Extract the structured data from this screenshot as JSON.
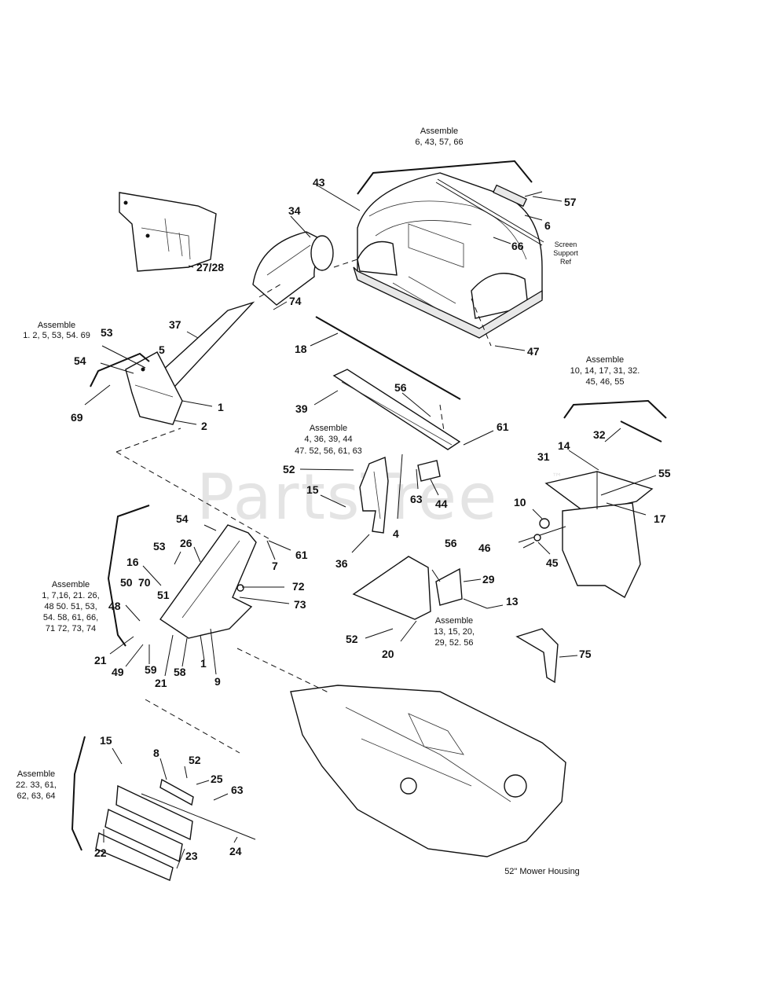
{
  "callouts": [
    "43",
    "57",
    "6",
    "66",
    "34",
    "27/28",
    "74",
    "47",
    "18",
    "37",
    "53",
    "5",
    "54",
    "1",
    "69",
    "2",
    "39",
    "56",
    "61",
    "32",
    "14",
    "31",
    "55",
    "17",
    "52",
    "15",
    "63",
    "44",
    "4",
    "10",
    "46",
    "45",
    "36",
    "54",
    "53",
    "26",
    "61",
    "7",
    "16",
    "50",
    "70",
    "51",
    "72",
    "73",
    "48",
    "21",
    "49",
    "59",
    "58",
    "1",
    "9",
    "21",
    "56",
    "29",
    "13",
    "52",
    "20",
    "75",
    "15",
    "8",
    "52",
    "25",
    "63",
    "22",
    "23",
    "24"
  ],
  "assemblies": [
    {
      "title": "Assemble",
      "parts": "6, 43, 57, 66"
    },
    {
      "title": "Assemble",
      "parts": "1. 2, 5, 53, 54. 69"
    },
    {
      "title": "Assemble",
      "parts": "10, 14, 17, 31, 32.",
      "parts2": "45, 46, 55"
    },
    {
      "title": "Assemble",
      "parts": "4, 36, 39, 44",
      "parts2": "47. 52, 56, 61, 63"
    },
    {
      "title": "Assemble",
      "parts": "1, 7,16, 21. 26,",
      "parts2": "48  50. 51, 53,",
      "parts3": "54. 58, 61, 66,",
      "parts4": "71  72, 73, 74"
    },
    {
      "title": "Assemble",
      "parts": "13, 15, 20,",
      "parts2": "29, 52. 56"
    },
    {
      "title": "Assemble",
      "parts": "22. 33, 61,",
      "parts2": "62, 63, 64"
    }
  ],
  "notes": {
    "screen_support": [
      "Screen",
      "Support",
      "Ref"
    ],
    "mower_housing": "52\" Mower Housing"
  },
  "watermark": {
    "text": "PartsTree",
    "tm": "™"
  }
}
